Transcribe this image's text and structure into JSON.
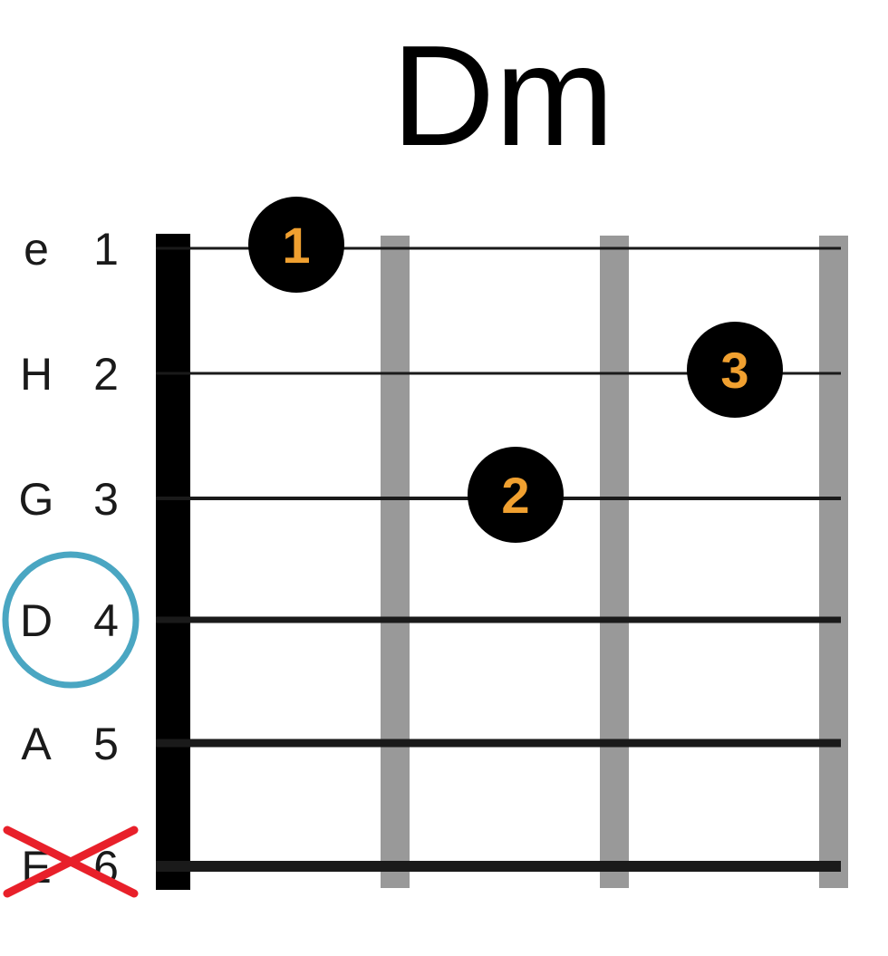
{
  "title": "Dm",
  "strings": [
    {
      "name": "e",
      "number": "1"
    },
    {
      "name": "H",
      "number": "2"
    },
    {
      "name": "G",
      "number": "3"
    },
    {
      "name": "D",
      "number": "4"
    },
    {
      "name": "A",
      "number": "5"
    },
    {
      "name": "E",
      "number": "6"
    }
  ],
  "fingers": [
    {
      "label": "1",
      "string": 1,
      "fret": 1
    },
    {
      "label": "2",
      "string": 3,
      "fret": 2
    },
    {
      "label": "3",
      "string": 2,
      "fret": 3
    }
  ],
  "root_string": 4,
  "muted_strings": [
    6
  ],
  "fret_count": 3,
  "colors": {
    "finger_dot": "#000000",
    "finger_text": "#f0a030",
    "root_circle": "#4aa6c2",
    "muted_mark": "#e8202a",
    "fret_wire": "#999999",
    "nut": "#000000",
    "string": "#1a1a1a"
  }
}
